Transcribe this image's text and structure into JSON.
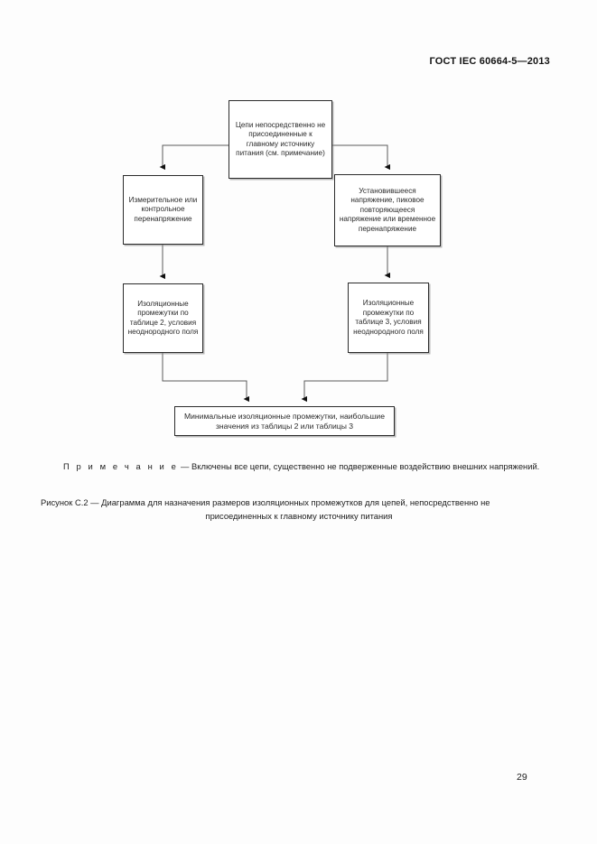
{
  "header": {
    "standard_title": "ГОСТ IEC 60664-5—2013"
  },
  "flowchart": {
    "nodes": {
      "top": "Цепи непосредственно не присоединенные к главному источнику питания (см. примечание)",
      "left_1": "Измерительное или контрольное перенапряжение",
      "right_1": "Установившееся напряжение, пиковое повторяющееся напряжение или временное перенапряжение",
      "left_2": "Изоляционные промежутки по таблице 2, условия неоднородного поля",
      "right_2": "Изоляционные промежутки по таблице 3, условия неоднородного поля",
      "bottom": "Минимальные изоляционные промежутки, наибольшие значения из таблицы 2 или таблицы 3"
    }
  },
  "note": {
    "label": "П р и м е ч а н и е",
    "dash": " — ",
    "text": "Включены все цепи, существенно не подверженные воздействию внешних напряжений."
  },
  "caption": {
    "line_1": "Рисунок С.2 — Диаграмма для назначения размеров изоляционных промежутков для цепей, непосредственно не",
    "line_2": "присоединенных к главному источнику питания"
  },
  "footer": {
    "page_number": "29"
  }
}
